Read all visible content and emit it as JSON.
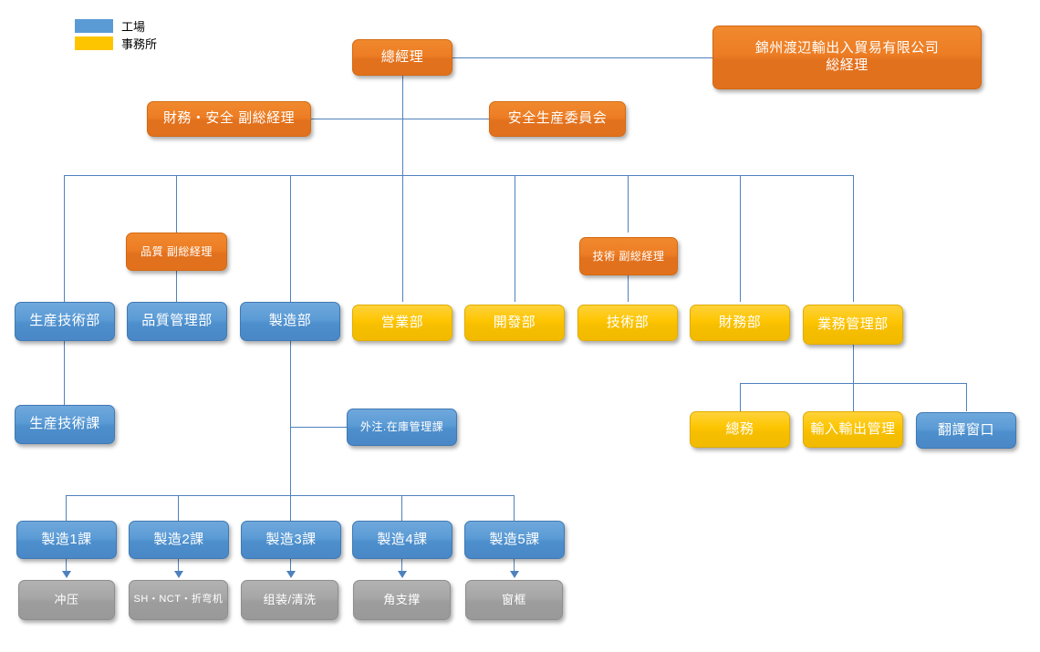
{
  "legend": {
    "items": [
      {
        "label": "工場",
        "color": "#5b9bd5",
        "swatch": "factory-swatch"
      },
      {
        "label": "事務所",
        "color": "#fdc500",
        "swatch": "office-swatch"
      }
    ]
  },
  "nodes": {
    "general_manager": {
      "label": "總經理"
    },
    "parent_company": {
      "label": "錦州渡辺輸出入貿易有限公司\n総経理",
      "line1": "錦州渡辺輸出入貿易有限公司",
      "line2": "総経理"
    },
    "finance_safety_deputy": {
      "label": "財務・安全 副総経理"
    },
    "safety_committee": {
      "label": "安全生産委員会"
    },
    "quality_deputy": {
      "label": "品質 副総経理"
    },
    "technical_deputy": {
      "label": "技術 副総経理"
    },
    "dept_production_eng": {
      "label": "生産技術部"
    },
    "dept_quality_mgmt": {
      "label": "品質管理部"
    },
    "dept_manufacturing": {
      "label": "製造部"
    },
    "dept_sales": {
      "label": "営業部"
    },
    "dept_development": {
      "label": "開發部"
    },
    "dept_technology": {
      "label": "技術部"
    },
    "dept_finance": {
      "label": "財務部"
    },
    "dept_business_mgmt": {
      "label": "業務管理部"
    },
    "sec_production_eng": {
      "label": "生産技術課"
    },
    "sec_outsourcing_stock": {
      "label": "外注.在庫管理課"
    },
    "sec_general_affairs": {
      "label": "總務"
    },
    "sec_import_export": {
      "label": "輸入輸出管理"
    },
    "sec_translation": {
      "label": "翻譯窗口"
    },
    "mfg_1": {
      "label": "製造1課"
    },
    "mfg_2": {
      "label": "製造2課"
    },
    "mfg_3": {
      "label": "製造3課"
    },
    "mfg_4": {
      "label": "製造4課"
    },
    "mfg_5": {
      "label": "製造5課"
    },
    "proc_1": {
      "label": "冲压"
    },
    "proc_2": {
      "label": "SH・NCT・折弯机"
    },
    "proc_3": {
      "label": "组装/清洗"
    },
    "proc_4": {
      "label": "角支撑"
    },
    "proc_5": {
      "label": "窗框"
    }
  },
  "colors": {
    "orange": "#e2711d",
    "blue": "#5b9bd5",
    "yellow": "#fdc500",
    "gray": "#a6a6a6",
    "line": "#4f81bd"
  }
}
